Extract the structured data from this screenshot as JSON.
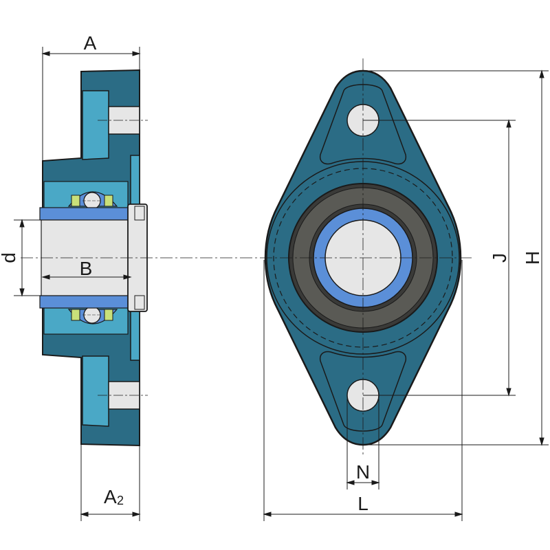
{
  "colors": {
    "housing": "#2b6c85",
    "housing_light": "#4aa8c6",
    "bore": "#e6e6e6",
    "inner_ring": "#5b8fd8",
    "seal": "#5a5a55",
    "cage": "#c9e07a",
    "outline": "#1a1a1a",
    "dimension": "#1a1a1a"
  },
  "labels": {
    "A": "A",
    "A2": "A",
    "A2_sub": "2",
    "B": "B",
    "d": "d",
    "L": "L",
    "N": "N",
    "J": "J",
    "H": "H"
  }
}
